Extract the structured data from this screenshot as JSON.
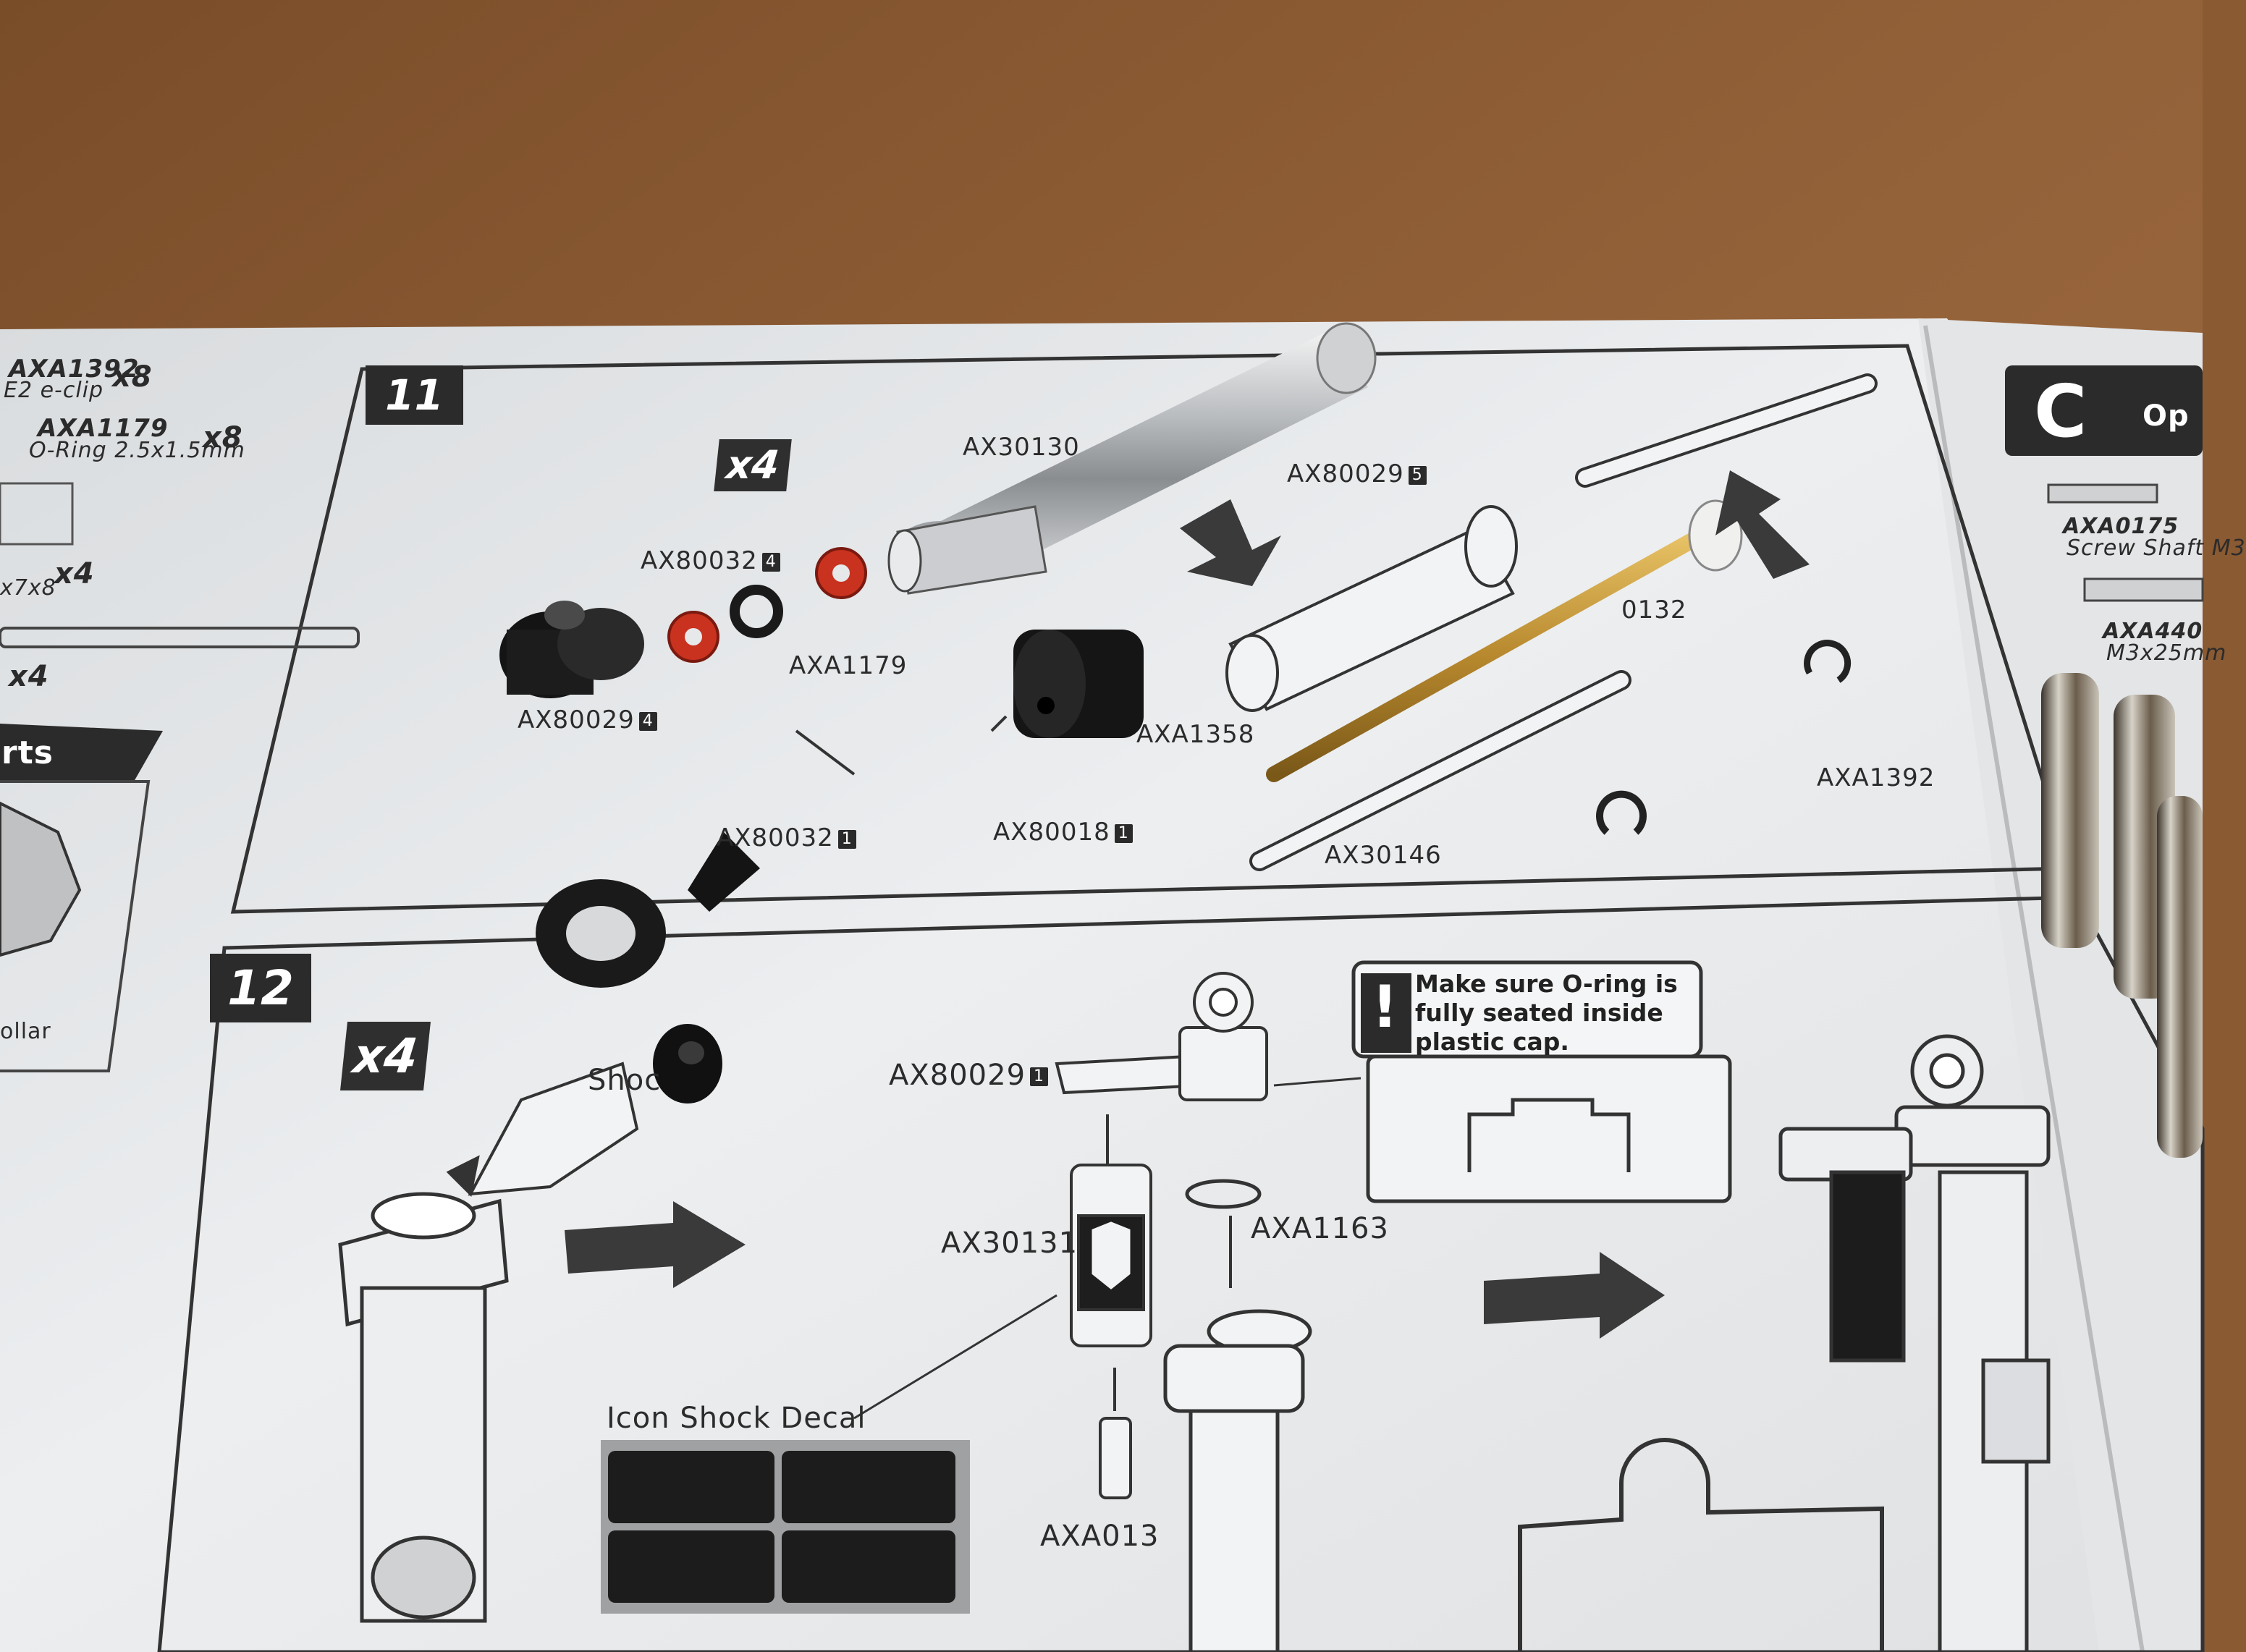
{
  "sidebar": {
    "part1_code": "AXA1392",
    "part1_qty": "x8",
    "part1_desc": "E2 e-clip",
    "part2_code": "AXA1179",
    "part2_qty": "x8",
    "part2_desc": "O-Ring 2.5x1.5mm",
    "part3_desc": "x7x8",
    "part3_qty": "x4",
    "part4_qty": "x4",
    "section_fragment": "rts",
    "collar_fragment": "ollar"
  },
  "step11": {
    "number": "11",
    "multiplier": "x4",
    "labels": {
      "shock_body": "AX30130",
      "cap_a": "AX80029",
      "cap_a_qty": "5",
      "seal_left": "AX80032",
      "seal_left_qty": "4",
      "oring": "AXA1179",
      "cap_b": "AX80029",
      "cap_b_qty": "4",
      "spacer": "AXA1358",
      "piston": "0132",
      "rod_end": "AX80032",
      "rod_end_qty": "1",
      "ball": "AX80018",
      "ball_qty": "1",
      "clip": "AXA1392",
      "shaft": "AX30146"
    }
  },
  "step12": {
    "number": "12",
    "multiplier": "x4",
    "oil_label": "Shoc",
    "labels": {
      "cap": "AX80029",
      "cap_qty": "1",
      "body": "AX30131",
      "oring": "AXA1163",
      "screw": "AXA013",
      "decal": "Icon Shock Decal"
    },
    "note": {
      "line1": "Make sure O-ring is",
      "line2": "fully seated inside",
      "line3": "plastic cap."
    }
  },
  "right_page": {
    "section_letter": "C",
    "section_fragment": "Op",
    "part1_code": "AXA0175",
    "part1_desc": "Screw Shaft M3",
    "part2_code": "AXA440",
    "part2_desc": "M3x25mm"
  },
  "colors": {
    "table": "#8a5a32",
    "paper": "#e6e8ea",
    "ink": "#2b2b2b",
    "oring_red": "#c8321f",
    "brass": "#b8892e"
  }
}
